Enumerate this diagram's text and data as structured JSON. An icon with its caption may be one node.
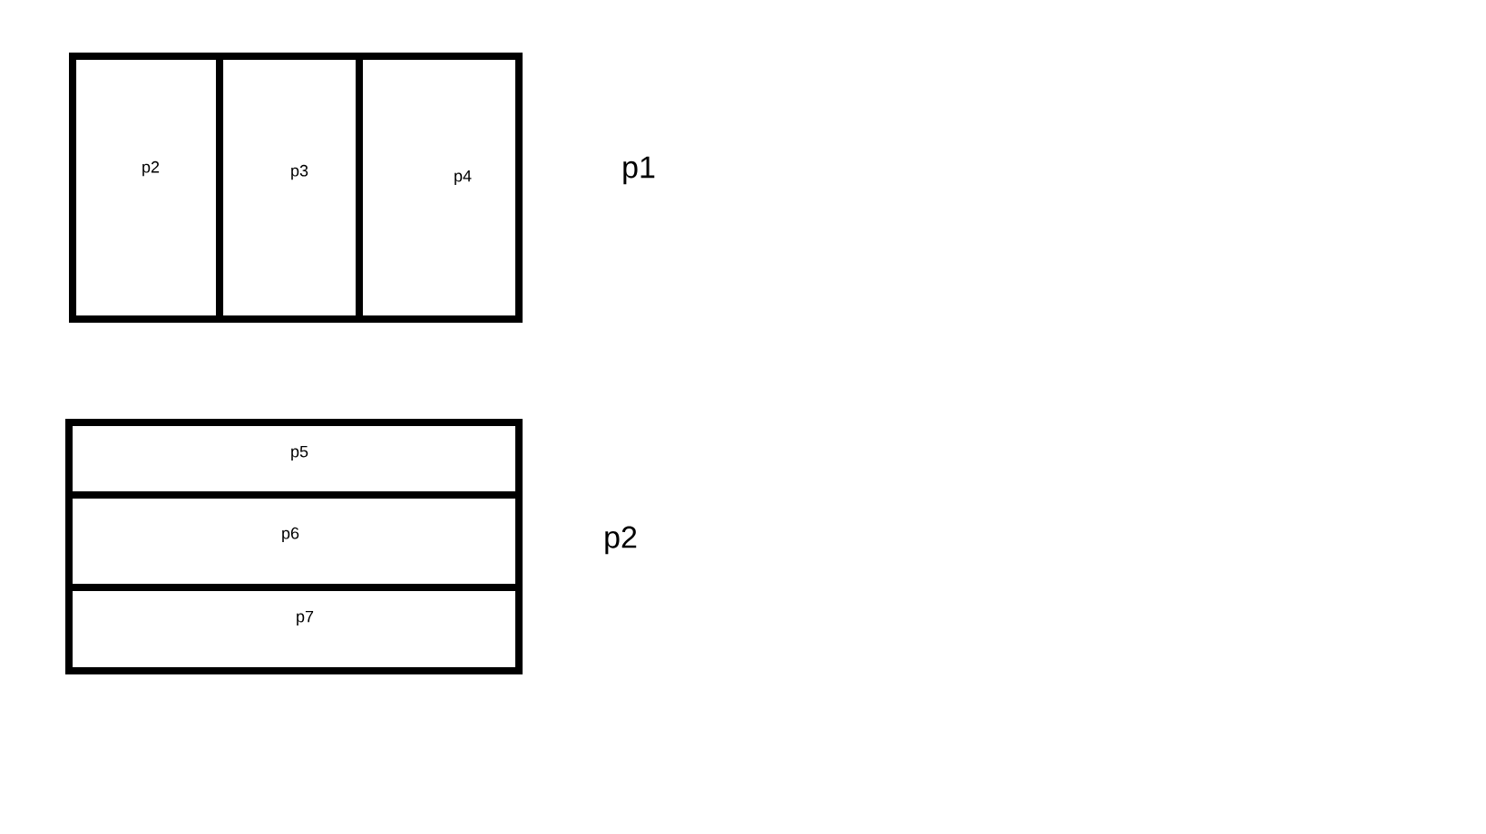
{
  "diagram": {
    "nodes": [
      {
        "text": [
          "p1"
        ]
      },
      {
        "text": [
          "p2"
        ],
        "in": 0
      },
      {
        "text": [
          "p3"
        ],
        "in": 0
      },
      {
        "text": [
          "p4"
        ],
        "in": 0
      },
      {
        "text": [
          "p2"
        ]
      },
      {
        "text": [
          "p5"
        ],
        "in": 4
      },
      {
        "text": [
          "p6"
        ],
        "in": 4
      },
      {
        "text": [
          "p7"
        ],
        "in": 4
      }
    ]
  }
}
